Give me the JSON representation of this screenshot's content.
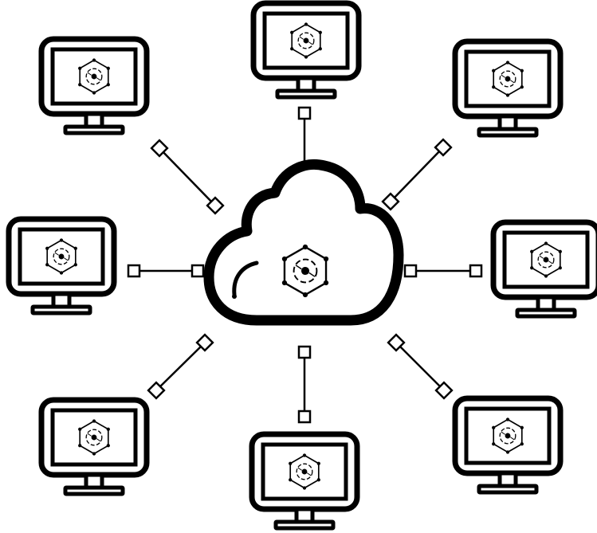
{
  "diagram": {
    "type": "hub-and-spoke network",
    "hub": {
      "kind": "cloud",
      "icon": "hexagon-network-icon"
    },
    "nodes": [
      {
        "id": "top",
        "kind": "computer-monitor",
        "icon": "hexagon-network-icon"
      },
      {
        "id": "top-right",
        "kind": "computer-monitor",
        "icon": "hexagon-network-icon"
      },
      {
        "id": "right",
        "kind": "computer-monitor",
        "icon": "hexagon-network-icon"
      },
      {
        "id": "bottom-right",
        "kind": "computer-monitor",
        "icon": "hexagon-network-icon"
      },
      {
        "id": "bottom",
        "kind": "computer-monitor",
        "icon": "hexagon-network-icon"
      },
      {
        "id": "bottom-left",
        "kind": "computer-monitor",
        "icon": "hexagon-network-icon"
      },
      {
        "id": "left",
        "kind": "computer-monitor",
        "icon": "hexagon-network-icon"
      },
      {
        "id": "top-left",
        "kind": "computer-monitor",
        "icon": "hexagon-network-icon"
      }
    ],
    "connector_style": "line with square or diamond end handles",
    "colors": {
      "stroke": "#000000",
      "fill": "#ffffff"
    }
  }
}
